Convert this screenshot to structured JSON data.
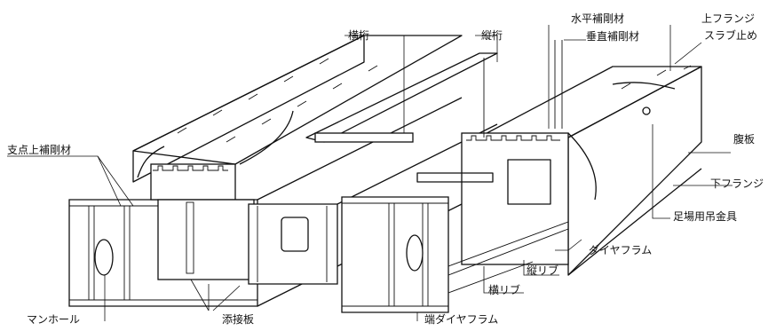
{
  "labels": {
    "horizontal_girder": "横桁",
    "longitudinal_girder": "縦桁",
    "horizontal_stiffener": "水平補剛材",
    "vertical_stiffener": "垂直補剛材",
    "upper_flange": "上フランジ",
    "slab_stop": "スラブ止め",
    "support_stiffener": "支点上補剛材",
    "web_plate": "腹板",
    "lower_flange": "下フランジ",
    "scaffold_hanger": "足場用吊金具",
    "diaphragm": "ダイヤフラム",
    "longitudinal_rib": "縦リブ",
    "transverse_rib": "横リブ",
    "manhole": "マンホール",
    "splice_plate": "添接板",
    "end_diaphragm": "端ダイヤフラム"
  }
}
